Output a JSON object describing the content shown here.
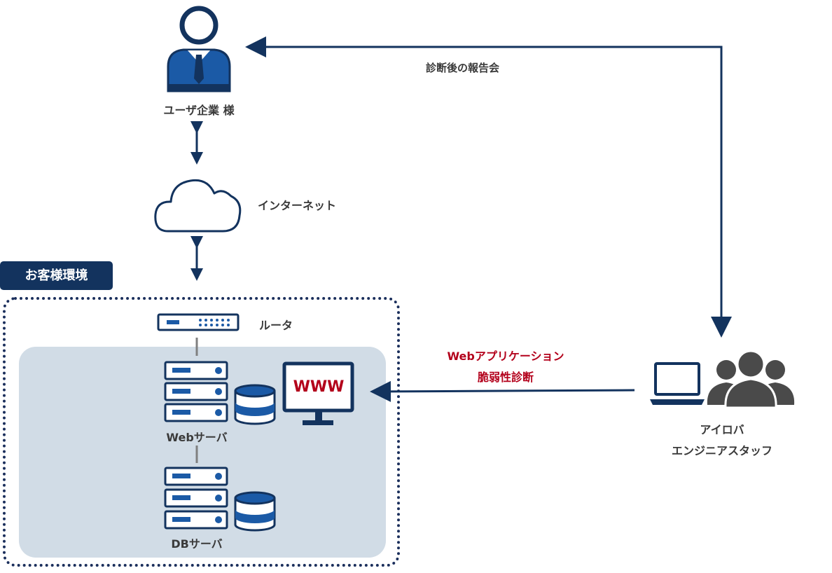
{
  "labels": {
    "user_company": "ユーザ企業 様",
    "internet": "インターネット",
    "report_meeting": "診断後の報告会",
    "customer_env": "お客様環境",
    "router": "ルータ",
    "web_server": "Webサーバ",
    "db_server": "DBサーバ",
    "www": "WWW",
    "diagnosis_line1": "Webアプリケーション",
    "diagnosis_line2": "脆弱性診断",
    "staff_line1": "アイロバ",
    "staff_line2": "エンジニアスタッフ"
  },
  "colors": {
    "navy": "#13335e",
    "icon_blue": "#1b5aa6",
    "dark_navy": "#1b2f5c",
    "panel_bg": "#d1dce6",
    "accent_red": "#b3001b",
    "people_gray": "#4a4a4a"
  },
  "icons": {
    "user": "businessman-icon",
    "cloud": "cloud-icon",
    "router": "router-icon",
    "server": "server-rack-icon",
    "database": "database-icon",
    "monitor": "monitor-icon",
    "laptop": "laptop-icon",
    "people": "people-group-icon"
  }
}
